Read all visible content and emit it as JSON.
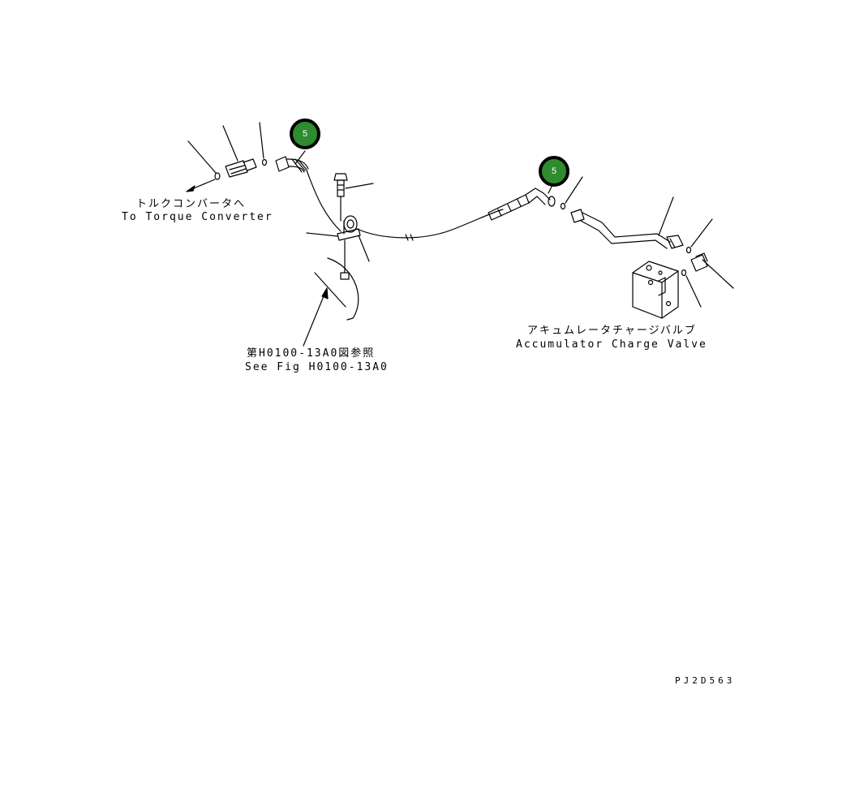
{
  "labels": {
    "torque_jp": "トルクコンバータへ",
    "torque_en": "To Torque Converter",
    "see_fig_jp": "第H0100-13A0図参照",
    "see_fig_en": "See Fig H0100-13A0",
    "accumulator_jp": "アキュムレータチャージバルブ",
    "accumulator_en": "Accumulator Charge Valve",
    "drawing_code": "PJ2D563"
  },
  "callouts": [
    {
      "number": "5"
    },
    {
      "number": "5"
    }
  ],
  "colors": {
    "callout_fill": "#2e8b2e",
    "callout_border": "#000000",
    "line": "#000000"
  }
}
